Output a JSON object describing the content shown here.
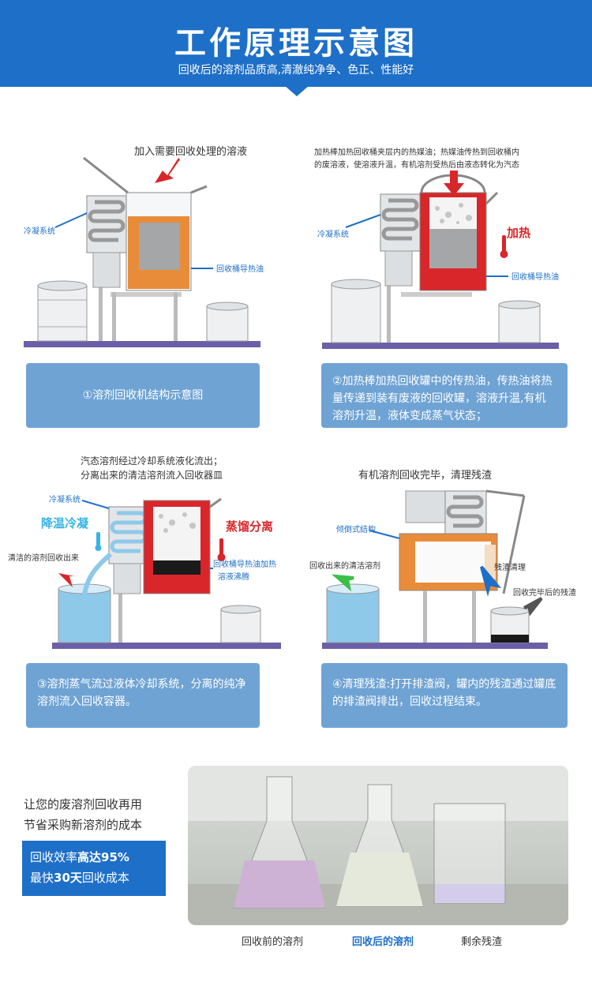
{
  "header": {
    "title": "工作原理示意图",
    "subtitle": "回收后的溶剂品质高,清澈纯净争、色正、性能好"
  },
  "panel1": {
    "top_label": "加入需要回收处理的溶液",
    "left_label": "冷凝系统",
    "right_label": "回收桶导热油",
    "caption": "①溶剂回收机结构示意图"
  },
  "panel2": {
    "top_label_line1": "加热棒加热回收桶夹层内的热媒油；热媒油传热到回收桶内",
    "top_label_line2": "的废溶液，使溶液升温，有机溶剂受热后由液态转化为汽态",
    "left_label": "冷凝系统",
    "heat_label": "加热",
    "right_label": "回收桶导热油",
    "caption": "②加热棒加热回收罐中的传热油，传热油将热量传递到装有废液的回收罐，溶液升温,有机溶剂升温，液体变成蒸气状态；"
  },
  "panel3": {
    "top_label_line1": "汽态溶剂经过冷却系统液化流出；",
    "top_label_line2": "分离出来的清洁溶剂流入回收器皿",
    "cond_label": "冷凝系统",
    "cool_label": "降温冷凝",
    "distill_label": "蒸馏分离",
    "out_label": "清洁的溶剂回收出来",
    "right_label_line1": "回收桶导热油加热",
    "right_label_line2": "溶液沸腾",
    "caption": "③溶剂蒸气流过液体冷却系统，分离的纯净溶剂流入回收容器。"
  },
  "panel4": {
    "top_label": "有机溶剂回收完毕，清理残渣",
    "tilt_label": "倾倒式结构",
    "clean_label": "回收出来的清洁溶剂",
    "residue_label": "残渣清理",
    "done_label": "回收完毕后的残渣",
    "caption": "④清理残渣:打开排渣阀，罐内的残渣通过罐底的排渣阀排出，回收过程结束。"
  },
  "promo": {
    "line1": "让您的废溶剂回收再用",
    "line2": "节省采购新溶剂的成本",
    "box_line1_a": "回收效率",
    "box_line1_b": "高达95%",
    "box_line2_a": "最快",
    "box_line2_b": "30天",
    "box_line2_c": "回收成本"
  },
  "photo": {
    "label_before": "回收前的溶剂",
    "label_after": "回收后的溶剂",
    "label_residue": "剩余残渣"
  },
  "colors": {
    "brand_blue": "#1e6fc8",
    "caption_blue": "#6fa3d4",
    "oil_orange": "#e98c3a",
    "heat_red": "#d9262a",
    "floor_purple": "#6b5fa8"
  }
}
